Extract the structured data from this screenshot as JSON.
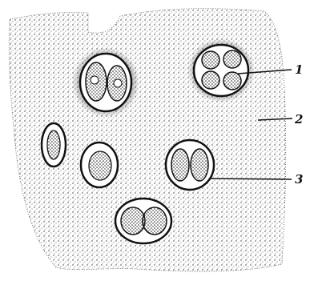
{
  "figure": {
    "labels": [
      {
        "id": "1",
        "text": "1"
      },
      {
        "id": "2",
        "text": "2"
      },
      {
        "id": "3",
        "text": "3"
      }
    ],
    "colors": {
      "ink": "#111111",
      "paper": "#ffffff"
    }
  }
}
